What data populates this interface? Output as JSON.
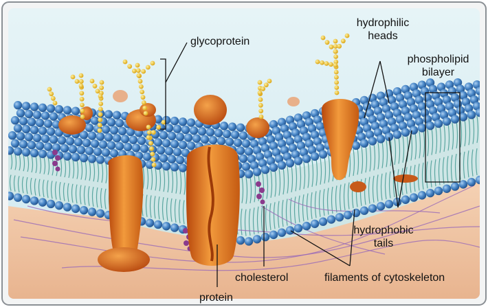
{
  "labels": {
    "glycoprotein": "glycoprotein",
    "hydrophilic_heads_line1": "hydrophilic",
    "hydrophilic_heads_line2": "heads",
    "phospholipid_bilayer_line1": "phospholipid",
    "phospholipid_bilayer_line2": "bilayer",
    "hydrophobic_tails_line1": "hydrophobic",
    "hydrophobic_tails_line2": "tails",
    "cholesterol": "cholesterol",
    "filaments": "filaments of cytoskeleton",
    "protein": "protein"
  },
  "colors": {
    "frame_border": "#8a8f94",
    "background_top": "#d9eef3",
    "cytoplasm": "#f0c9a8",
    "lipid_head": "#3f7fc0",
    "lipid_tail": "#5aa6a0",
    "protein_orange": "#e0701e",
    "glyco_chain": "#f2c230",
    "cholesterol": "#8a3a8c",
    "filament": "#9a6ab8"
  }
}
